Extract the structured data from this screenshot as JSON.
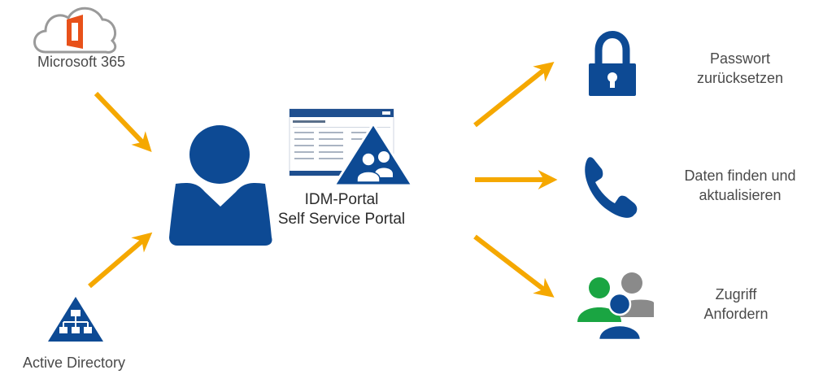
{
  "sources": {
    "microsoft365": {
      "label": "Microsoft 365",
      "icon": "office-cloud-icon"
    },
    "active_directory": {
      "label": "Active Directory",
      "icon": "network-triangle-icon"
    }
  },
  "portal": {
    "title_line1": "IDM-Portal",
    "title_line2": "Self Service Portal",
    "icon": "portal-screenshot-with-users-icon"
  },
  "user": {
    "icon": "user-silhouette-icon"
  },
  "features": [
    {
      "line1": "Passwort",
      "line2": "zurücksetzen",
      "icon": "padlock-icon"
    },
    {
      "line1": "Daten finden und",
      "line2": "aktualisieren",
      "icon": "phone-icon"
    },
    {
      "line1": "Zugriff",
      "line2": "Anfordern",
      "icon": "user-group-icon"
    }
  ],
  "colors": {
    "arrow": "#F5A800",
    "brand_blue": "#0D4A94",
    "office_orange": "#E8511A",
    "green": "#1AA542",
    "grey": "#8A8A8A"
  }
}
